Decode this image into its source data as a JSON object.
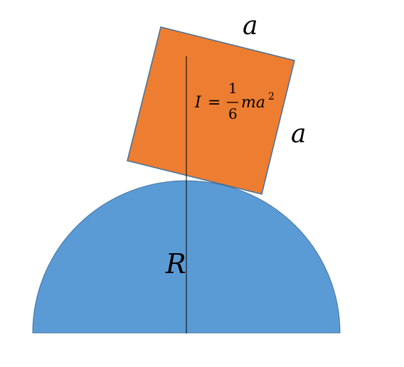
{
  "diagram": {
    "side_top_label": "a",
    "side_right_label": "a",
    "radius_label": "R",
    "formula": {
      "lhs": "I",
      "equals": "=",
      "numerator": "1",
      "denominator": "6",
      "rhs": "ma",
      "exponent": "2"
    }
  },
  "colors": {
    "hemisphere_fill": "#5B9BD5",
    "hemisphere_stroke": "#41719C",
    "cube_fill": "#ED7D31",
    "cube_stroke": "#41719C",
    "line": "#000000"
  }
}
